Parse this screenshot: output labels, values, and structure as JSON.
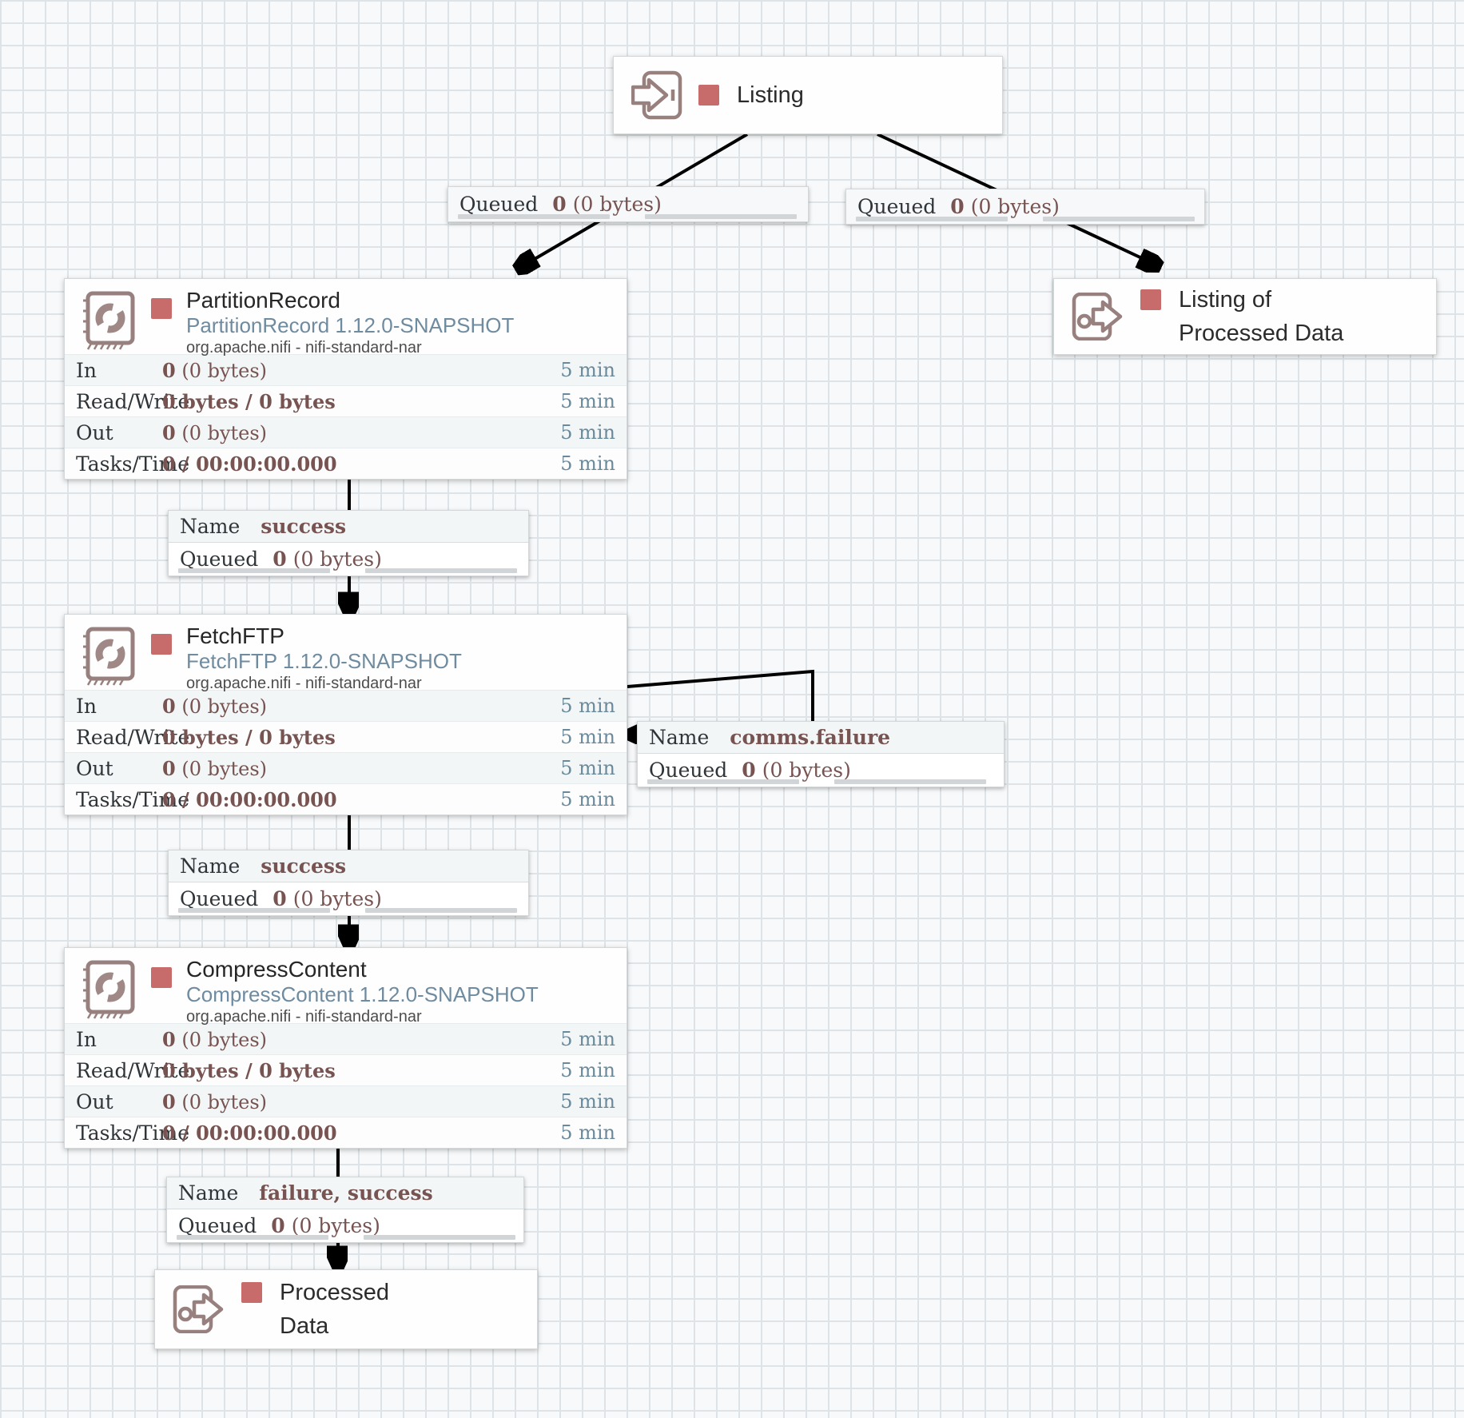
{
  "canvas": {
    "background": "#f7f9fa",
    "grid_line_color": "#dde3e6"
  },
  "colors": {
    "status_stopped_square": "#c86b6b",
    "icon_stroke": "#97807e",
    "stat_value": "#775351",
    "stat_time": "#6a8a9b",
    "processor_subtitle": "#6f8ba0",
    "connection_line": "#000000"
  },
  "ports": [
    {
      "type": "input",
      "label": "Listing"
    },
    {
      "type": "output",
      "label_line1": "Listing of",
      "label_line2": "Processed Data"
    },
    {
      "type": "output",
      "label_line1": "Processed",
      "label_line2": "Data"
    }
  ],
  "processors": [
    {
      "title": "PartitionRecord",
      "subtitle": "PartitionRecord 1.12.0-SNAPSHOT",
      "bundle": "org.apache.nifi - nifi-standard-nar",
      "stats": [
        {
          "label": "In",
          "value_bold": "0",
          "value_rest": " (0 bytes)",
          "time": "5 min"
        },
        {
          "label": "Read/Write",
          "value_bold": "0 bytes / 0 bytes",
          "value_rest": "",
          "time": "5 min"
        },
        {
          "label": "Out",
          "value_bold": "0",
          "value_rest": " (0 bytes)",
          "time": "5 min"
        },
        {
          "label": "Tasks/Time",
          "value_bold": "0 / 00:00:00.000",
          "value_rest": "",
          "time": "5 min"
        }
      ]
    },
    {
      "title": "FetchFTP",
      "subtitle": "FetchFTP 1.12.0-SNAPSHOT",
      "bundle": "org.apache.nifi - nifi-standard-nar",
      "stats": [
        {
          "label": "In",
          "value_bold": "0",
          "value_rest": " (0 bytes)",
          "time": "5 min"
        },
        {
          "label": "Read/Write",
          "value_bold": "0 bytes / 0 bytes",
          "value_rest": "",
          "time": "5 min"
        },
        {
          "label": "Out",
          "value_bold": "0",
          "value_rest": " (0 bytes)",
          "time": "5 min"
        },
        {
          "label": "Tasks/Time",
          "value_bold": "0 / 00:00:00.000",
          "value_rest": "",
          "time": "5 min"
        }
      ]
    },
    {
      "title": "CompressContent",
      "subtitle": "CompressContent 1.12.0-SNAPSHOT",
      "bundle": "org.apache.nifi - nifi-standard-nar",
      "stats": [
        {
          "label": "In",
          "value_bold": "0",
          "value_rest": " (0 bytes)",
          "time": "5 min"
        },
        {
          "label": "Read/Write",
          "value_bold": "0 bytes / 0 bytes",
          "value_rest": "",
          "time": "5 min"
        },
        {
          "label": "Out",
          "value_bold": "0",
          "value_rest": " (0 bytes)",
          "time": "5 min"
        },
        {
          "label": "Tasks/Time",
          "value_bold": "0 / 00:00:00.000",
          "value_rest": "",
          "time": "5 min"
        }
      ]
    }
  ],
  "connections": [
    {
      "from": "Listing",
      "to": "PartitionRecord",
      "queued_label": "Queued",
      "queued_count": "0",
      "queued_size": "(0 bytes)"
    },
    {
      "from": "Listing",
      "to": "Listing of Processed Data",
      "queued_label": "Queued",
      "queued_count": "0",
      "queued_size": "(0 bytes)"
    },
    {
      "from": "PartitionRecord",
      "to": "FetchFTP",
      "name_label": "Name",
      "name": "success",
      "queued_label": "Queued",
      "queued_count": "0",
      "queued_size": "(0 bytes)"
    },
    {
      "from": "FetchFTP",
      "to": "FetchFTP",
      "name_label": "Name",
      "name": "comms.failure",
      "queued_label": "Queued",
      "queued_count": "0",
      "queued_size": "(0 bytes)"
    },
    {
      "from": "FetchFTP",
      "to": "CompressContent",
      "name_label": "Name",
      "name": "success",
      "queued_label": "Queued",
      "queued_count": "0",
      "queued_size": "(0 bytes)"
    },
    {
      "from": "CompressContent",
      "to": "Processed Data",
      "name_label": "Name",
      "name": "failure, success",
      "queued_label": "Queued",
      "queued_count": "0",
      "queued_size": "(0 bytes)"
    }
  ]
}
